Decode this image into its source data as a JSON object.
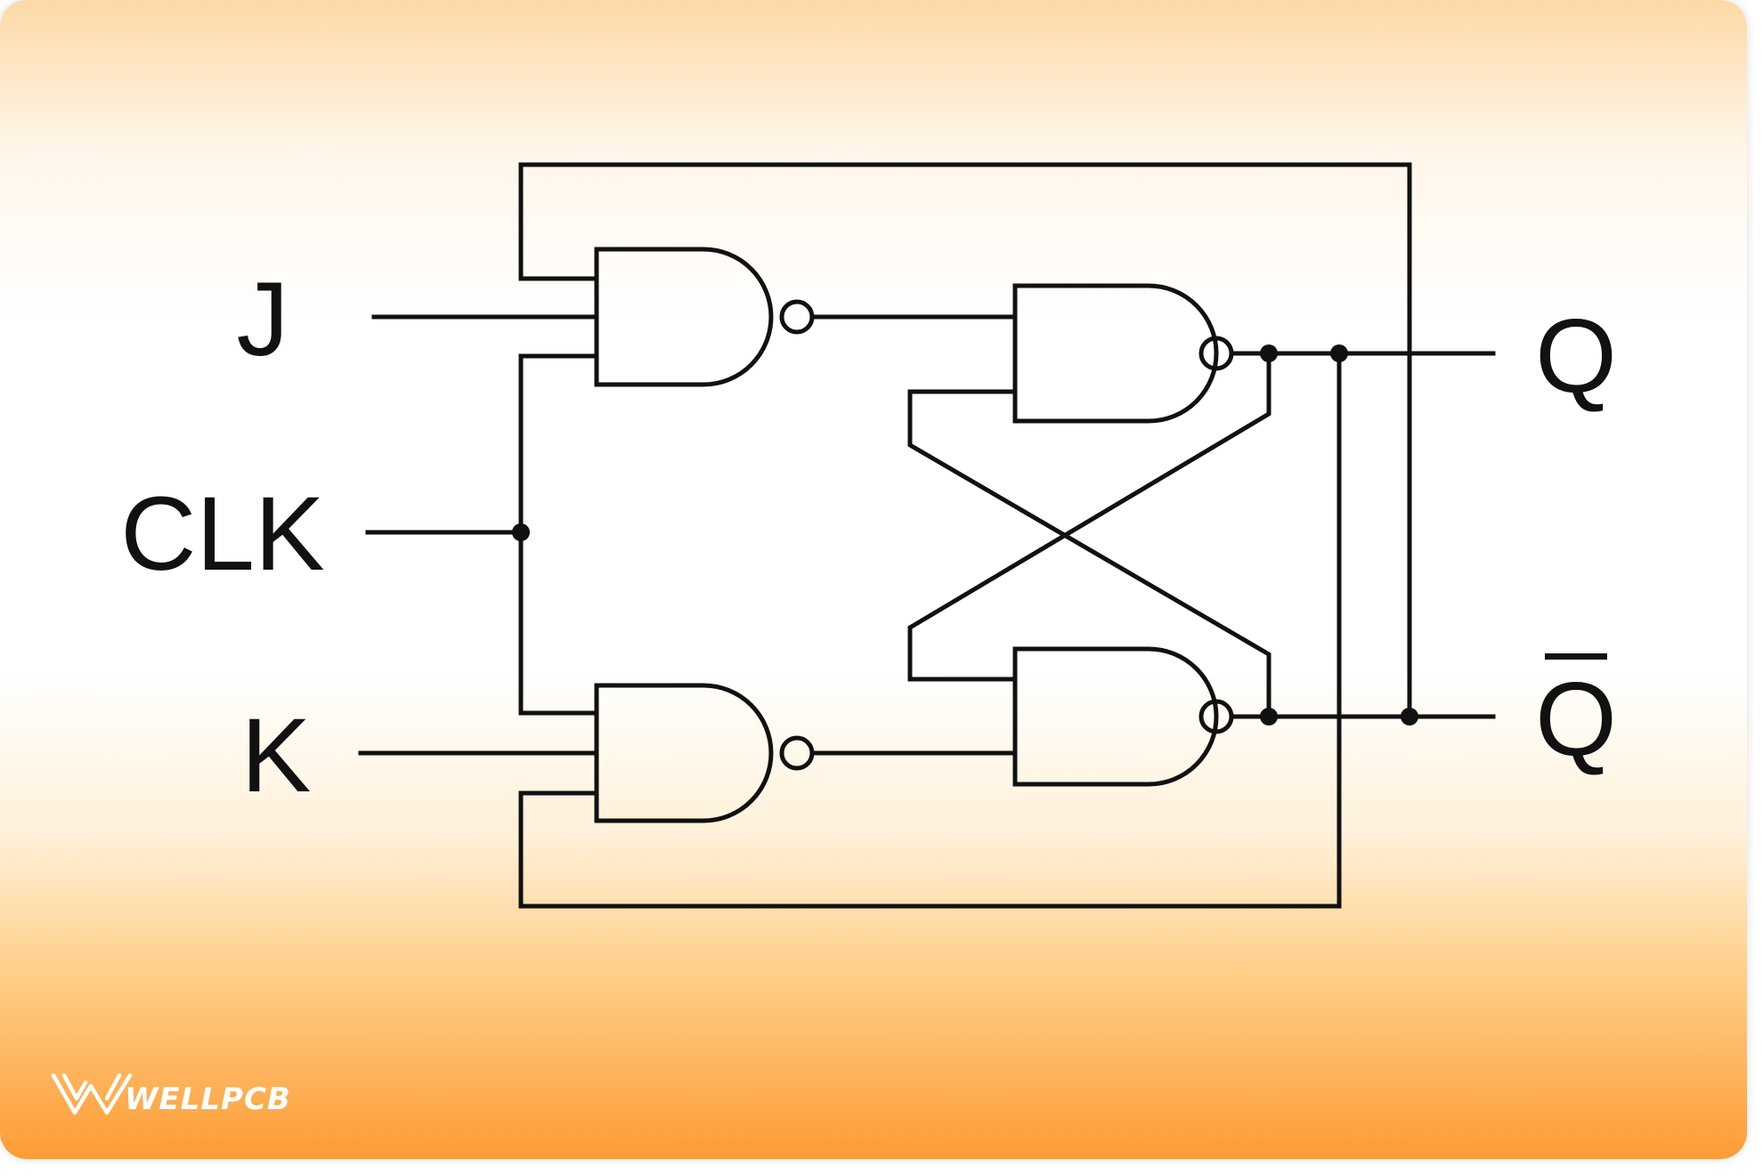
{
  "diagram": {
    "labels": {
      "j": "J",
      "clk": "CLK",
      "k": "K",
      "q": "Q",
      "q_bar": "Q"
    }
  },
  "branding": {
    "logo_text": "WELLPCB"
  },
  "colors": {
    "line": "#111111",
    "background_top": "#ffffff",
    "background_bottom": "#fd9c35",
    "logo": "#ffffff"
  },
  "icons": {
    "logo": "wellpcb-w-logo-icon"
  }
}
